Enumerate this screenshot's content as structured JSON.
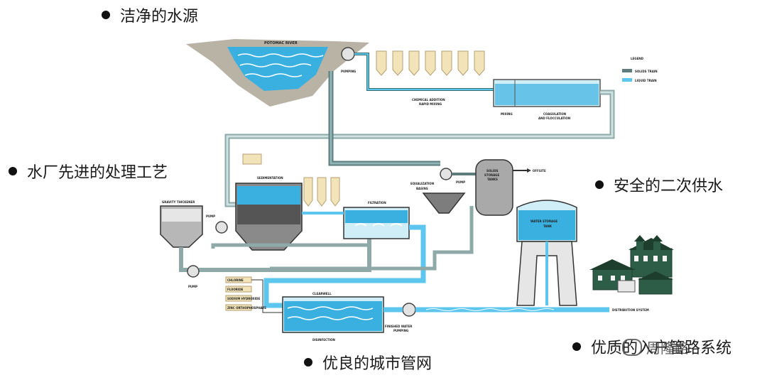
{
  "bullets": {
    "clean_source": "洁净的水源",
    "advanced_process": "水厂先进的处理工艺",
    "secure_supply": "安全的二次供水",
    "quality_network": "优良的城市管网",
    "quality_pipes_partial": "优质的入户管路系统"
  },
  "labels": {
    "river": "POTOMAC RIVER",
    "pumping": "PUMPING",
    "chemical_addition": "CHEMICAL ADDITION",
    "rapid_mixing": "RAPID MIXING",
    "mixing": "MIXING",
    "coagulation": "COAGULATION",
    "flocculation": "AND FLOCCULATION",
    "legend_title": "LEGEND",
    "legend_solids": "SOLIDS TRAIN",
    "legend_liquid": "LIQUID TRAIN",
    "sedimentation": "SEDIMENTATION",
    "gravity_thickener": "GRAVITY THICKENER",
    "pump": "PUMP",
    "filtration": "FILTRATION",
    "equalization": "EQUALIZATION",
    "basins": "BASINS",
    "solids_storage_1": "SOLIDS",
    "solids_storage_2": "STORAGE",
    "solids_storage_3": "TANKS",
    "offsite": "OFFSITE",
    "water_storage_1": "WATER STORAGE",
    "water_storage_2": "TANK",
    "clearwell": "CLEARWELL",
    "disinfection": "DISINFECTION",
    "finished_water_1": "FINISHED WATER",
    "finished_water_2": "PUMPING",
    "distribution": "DISTRIBUTION SYSTEM",
    "chem_labels": [
      "CHLORINE",
      "FLUORIDE",
      "SODIUM HYDROXIDE",
      "ZINC ORTHOPHOSPHATE"
    ]
  },
  "watermark": "周隆路",
  "colors": {
    "water": "#3ab0e0",
    "pipe_liquid": "#5cc6ee",
    "pipe_solids": "#5f7c7c",
    "hopper": "#f2e3b8",
    "tank_gray": "#a9a9a9",
    "house": "#2d5d46"
  }
}
